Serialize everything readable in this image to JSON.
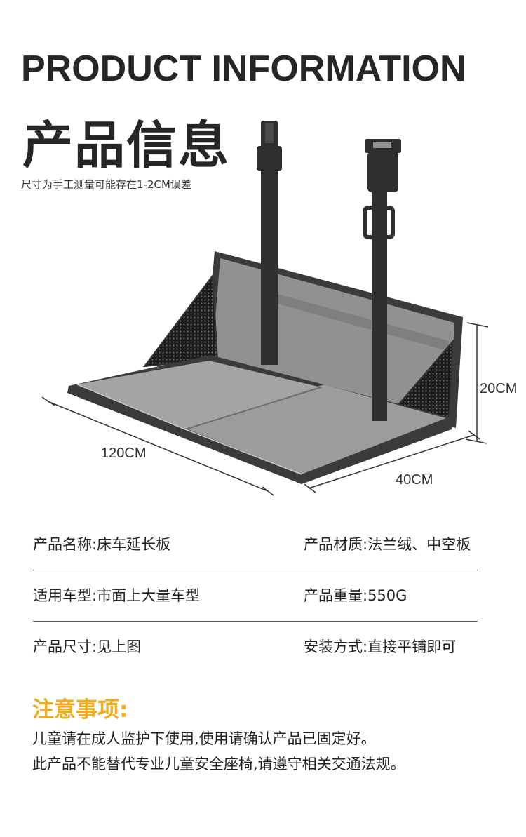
{
  "header": {
    "title_en": "PRODUCT INFORMATION",
    "title_cn": "产品信息",
    "note": "尺寸为手工测量可能存在1-2CM误差"
  },
  "dimensions": {
    "length": "120CM",
    "depth": "40CM",
    "height": "20CM"
  },
  "colors": {
    "board": "#8f9193",
    "board_light": "#a2a4a6",
    "frame": "#3a3b3d",
    "strap": "#2e2f31",
    "accent": "#f1ab1b"
  },
  "specs": [
    {
      "left": "产品名称:床车延长板",
      "right": "产品材质:法兰绒、中空板"
    },
    {
      "left": "适用车型:市面上大量车型",
      "right": "产品重量:550G"
    },
    {
      "left": "产品尺寸:见上图",
      "right": "安装方式:直接平铺即可"
    }
  ],
  "notice": {
    "title": "注意事项:",
    "lines": [
      "儿童请在成人监护下使用,使用请确认产品已固定好。",
      "此产品不能替代专业儿童安全座椅,请遵守相关交通法规。"
    ]
  }
}
